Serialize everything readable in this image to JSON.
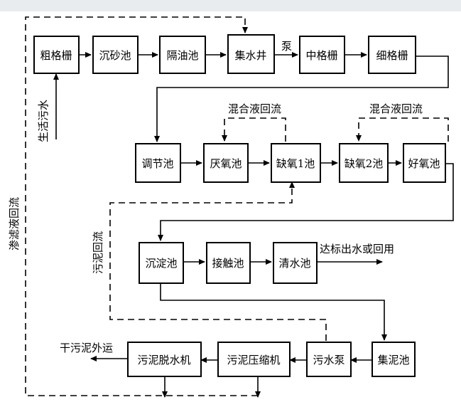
{
  "nodes": {
    "coarse_screen": "粗格栅",
    "grit_tank": "沉砂池",
    "oil_separator": "隔油池",
    "collection_well": "集水井",
    "medium_screen": "中格栅",
    "fine_screen": "细格栅",
    "regulating_tank": "调节池",
    "anaerobic_tank": "厌氧池",
    "anoxic_tank_1": "缺氧1池",
    "anoxic_tank_2": "缺氧2池",
    "aerobic_tank": "好氧池",
    "sedimentation_tank": "沉淀池",
    "contact_tank": "接触池",
    "clear_water_tank": "清水池",
    "sludge_collection_tank": "集泥池",
    "sewage_pump": "污水泵",
    "sludge_thickener": "污泥压缩机",
    "sludge_dewatering": "污泥脱水机"
  },
  "labels": {
    "pump": "泵",
    "domestic_sewage": "生活污水",
    "leachate_return": "渗滤液回流",
    "mixed_liquor_return_1": "混合液回流",
    "mixed_liquor_return_2": "混合液回流",
    "sludge_return": "污泥回流",
    "effluent": "达标出水或回用",
    "dry_sludge_out": "干污泥外运"
  }
}
